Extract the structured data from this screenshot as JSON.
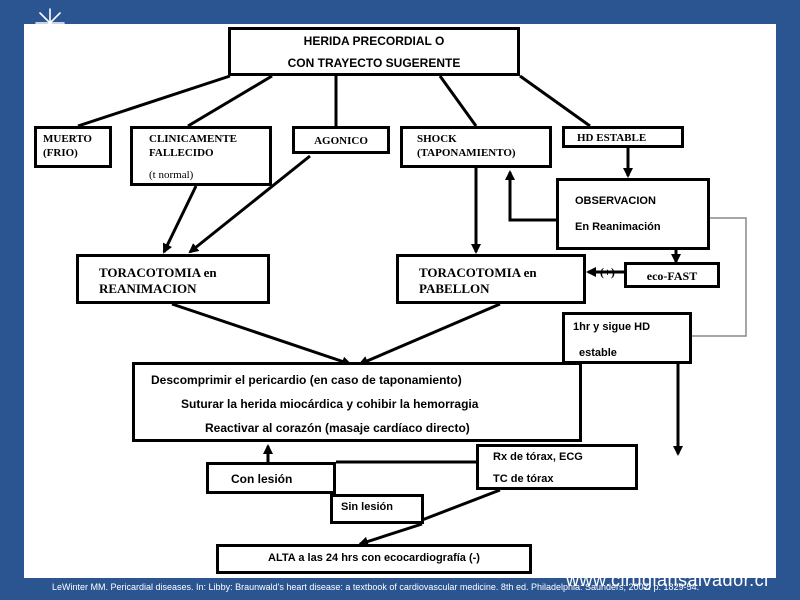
{
  "boxes": {
    "root": [
      "HERIDA PRECORDIAL O",
      "CON TRAYECTO SUGERENTE"
    ],
    "muerto": [
      "MUERTO",
      "(FRIO)"
    ],
    "clinicamente": [
      "CLINICAMENTE",
      "FALLECIDO",
      "(t normal)"
    ],
    "agonico": [
      "AGONICO"
    ],
    "shock": [
      "SHOCK",
      "(TAPONAMIENTO)"
    ],
    "hd_estable": [
      "HD ESTABLE"
    ],
    "observacion": [
      "OBSERVACION",
      "En Reanimación"
    ],
    "toracotomia_reanimacion": [
      "TORACOTOMIA en",
      "REANIMACION"
    ],
    "toracotomia_pabellon": [
      "TORACOTOMIA en",
      "PABELLON"
    ],
    "eco_fast": [
      "eco-FAST"
    ],
    "hr_estable": [
      "1hr y sigue HD",
      "estable"
    ],
    "descomprimir": [
      "Descomprimir el pericardio (en caso de taponamiento)",
      "Suturar la herida miocárdica y cohibir la hemorragia",
      "Reactivar al corazón (masaje cardíaco directo)"
    ],
    "con_lesion": [
      "Con lesión"
    ],
    "rx": [
      "Rx de tórax, ECG",
      "TC de tórax"
    ],
    "sin_lesion": [
      "Sin lesión"
    ],
    "alta": [
      "ALTA a las 24 hrs con ecocardiografía (-)"
    ]
  },
  "edge_labels": {
    "positive": "(+)"
  },
  "footer": {
    "citation": "LeWinter MM. Pericardial diseases. In: Libby: Braunwald's heart disease: a textbook of cardiovascular medicine. 8th ed. Philadelphia: Saunders; 2007. p. 1829-54.",
    "brand": "www.cirugiahsalvador.cl"
  },
  "colors": {
    "background": "#2b5590",
    "panel": "#ffffff",
    "ink": "#000000"
  }
}
